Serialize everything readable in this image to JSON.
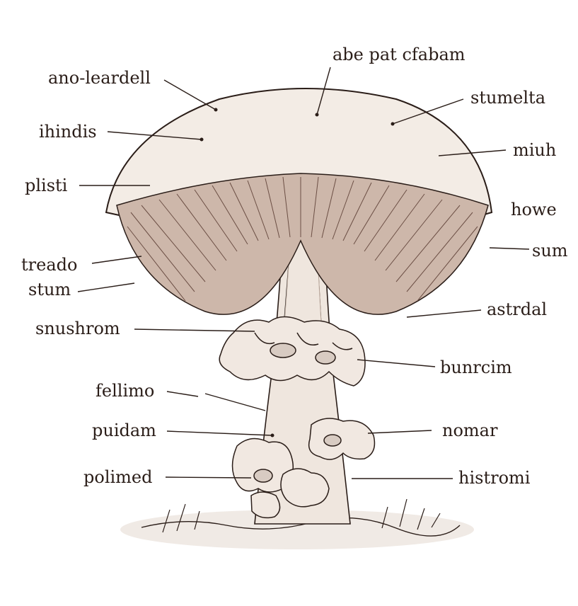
{
  "colors": {
    "ink": "#2a1d18",
    "cap_fill": "#f3ece5",
    "gill_fill": "#cdb7aa",
    "gill_line": "#6b4e44",
    "stem_fill": "#efe6de",
    "background": "#ffffff"
  },
  "labels": {
    "top_center": "abe pat cfabam",
    "left_1": "ano-leardell",
    "left_2": "ihindis",
    "left_3": "plisti",
    "left_4": "treado",
    "left_5": "stum",
    "left_6": "snushrom",
    "left_7": "fellimo",
    "left_8": "puidam",
    "left_9": "polimed",
    "right_1": "stumelta",
    "right_2": "miuh",
    "right_3": "howe",
    "right_4": "sum",
    "right_5": "astrdal",
    "right_6": "bunrcim",
    "right_7": "nomar",
    "right_8": "histromi"
  }
}
